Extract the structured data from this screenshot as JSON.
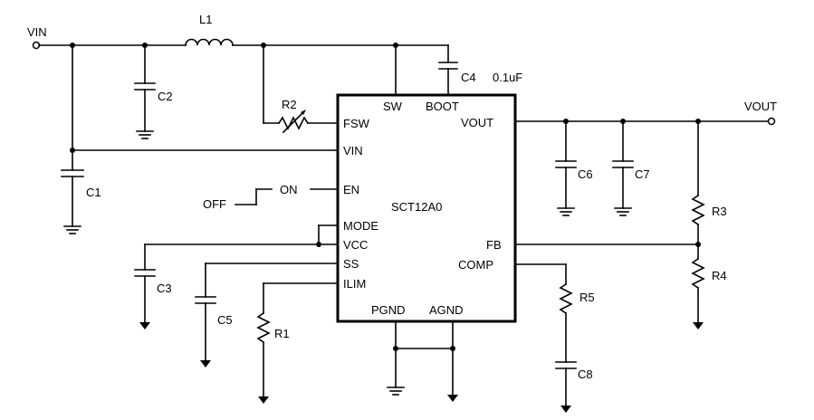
{
  "chip": {
    "name": "SCT12A0",
    "pins": {
      "sw": "SW",
      "boot": "BOOT",
      "fsw": "FSW",
      "vin": "VIN",
      "en": "EN",
      "mode": "MODE",
      "vcc": "VCC",
      "ss": "SS",
      "ilim": "ILIM",
      "vout": "VOUT",
      "fb": "FB",
      "comp": "COMP",
      "pgnd": "PGND",
      "agnd": "AGND"
    }
  },
  "ports": {
    "vin": "VIN",
    "vout": "VOUT"
  },
  "switch": {
    "off": "OFF",
    "on": "ON"
  },
  "components": {
    "l1": "L1",
    "c1": "C1",
    "c2": "C2",
    "c3": "C3",
    "c4": "C4",
    "c4_value": "0.1uF",
    "c5": "C5",
    "c6": "C6",
    "c7": "C7",
    "c8": "C8",
    "r1": "R1",
    "r2": "R2",
    "r3": "R3",
    "r4": "R4",
    "r5": "R5"
  }
}
